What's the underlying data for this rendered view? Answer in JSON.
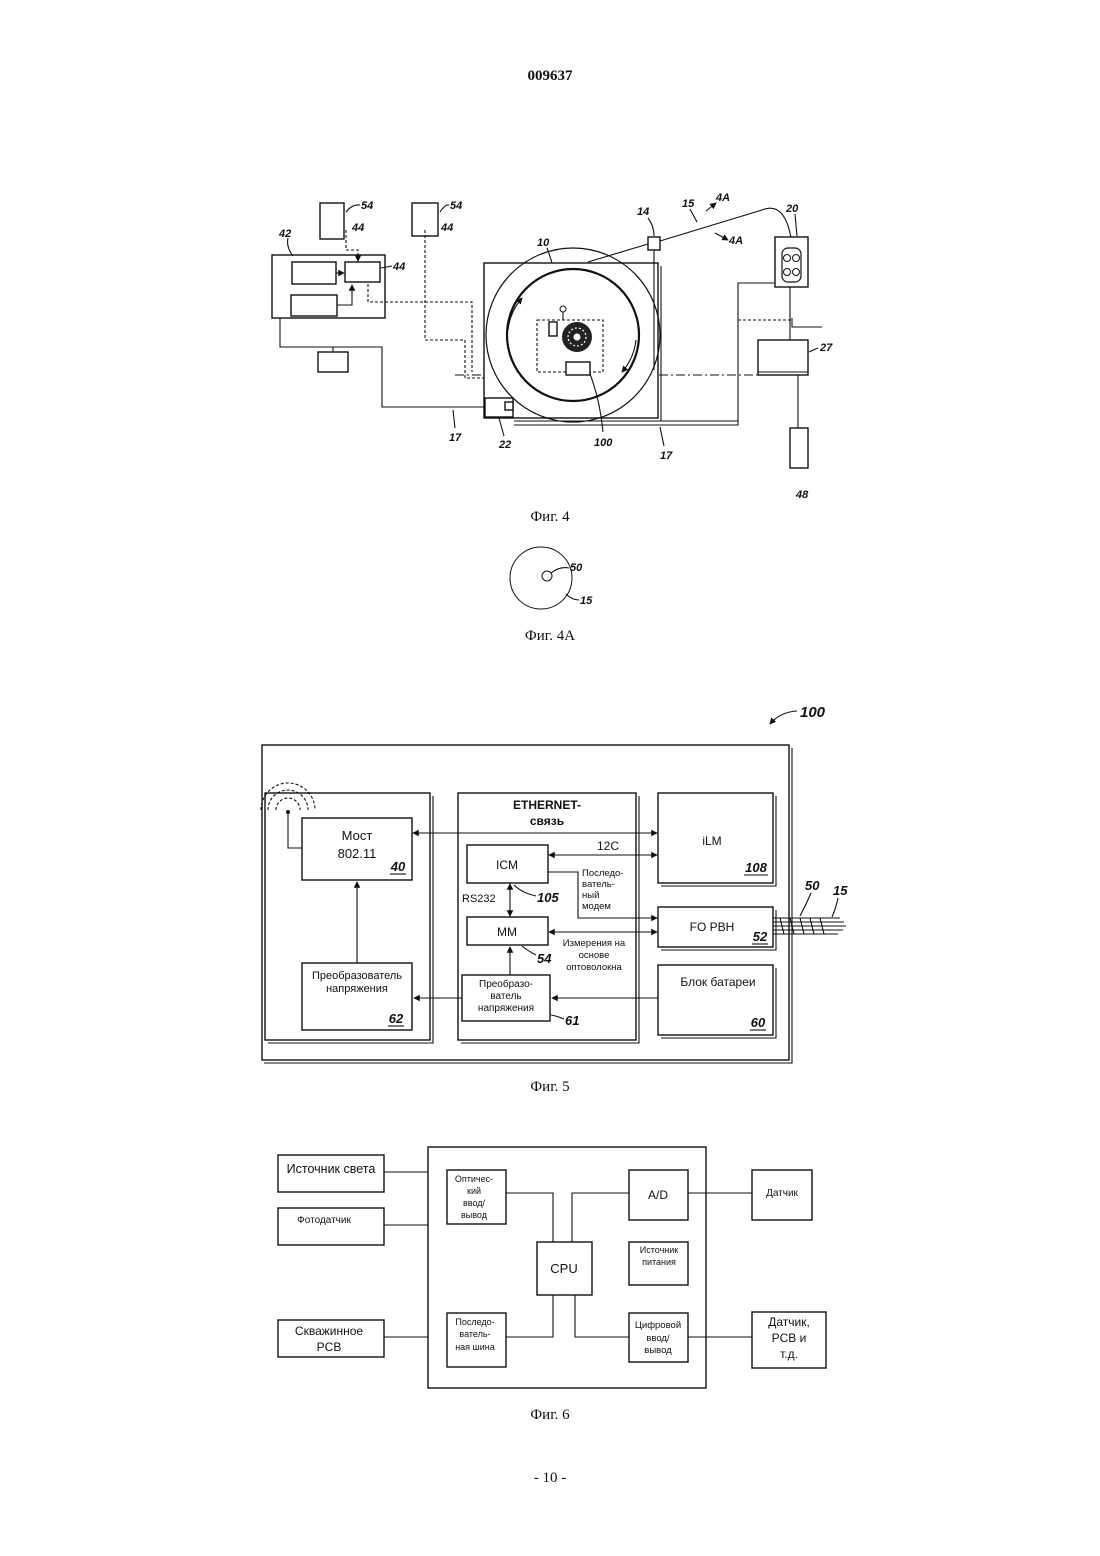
{
  "page": {
    "header": "009637",
    "footer": "- 10 -"
  },
  "fig4": {
    "caption": "Фиг. 4",
    "ref": {
      "r42": "42",
      "r54_left": "54",
      "r44_left": "44",
      "r44_box": "44",
      "r54_right": "54",
      "r44_right": "44",
      "r10": "10",
      "r14": "14",
      "r15": "15",
      "r4a_top": "4A",
      "r4a_bottom": "4A",
      "r20": "20",
      "r27": "27",
      "r48": "48",
      "r22": "22",
      "r100": "100",
      "r17_left": "17",
      "r17_right": "17"
    }
  },
  "fig4a": {
    "caption": "Фиг. 4A",
    "ref": {
      "r50": "50",
      "r15": "15"
    }
  },
  "fig5": {
    "caption": "Фиг. 5",
    "ref_assembly": "100",
    "bridge": {
      "line1": "Мост",
      "line2": "802.11",
      "ref": "40"
    },
    "converter_left": {
      "line1": "Преобразователь",
      "line2": "напряжения",
      "ref": "62"
    },
    "ethernet": {
      "line1": "ETHERNET-",
      "line2": "связь"
    },
    "icm": {
      "label": "ICM",
      "ref": "105"
    },
    "rs232": "RS232",
    "mm": {
      "label": "MM",
      "ref": "54"
    },
    "converter_mid": {
      "line1": "Преобразо-",
      "line2": "ватель",
      "line3": "напряжения",
      "ref": "61"
    },
    "i2c": "12C",
    "serial_modem": [
      "Последо-",
      "ватель-",
      "ный",
      "модем"
    ],
    "fiber_meas": [
      "Измерения на",
      "основе",
      "оптоволокна"
    ],
    "ilm": {
      "label": "iLM",
      "ref": "108"
    },
    "fo_pbh": {
      "label": "FO PBH",
      "ref": "52"
    },
    "battery": {
      "label": "Блок батареи",
      "ref": "60"
    },
    "fiber_refs": {
      "r50": "50",
      "r15": "15"
    }
  },
  "fig6": {
    "caption": "Фиг. 6",
    "light_source": "Источник света",
    "photodetector": "Фотодатчик",
    "downhole_pcb": [
      "Скважинное",
      "PCB"
    ],
    "optical_io": [
      "Оптичес-",
      "кий",
      "ввод/",
      "вывод"
    ],
    "serial_bus": [
      "Последо-",
      "ватель-",
      "ная шина"
    ],
    "cpu": "CPU",
    "adc": "A/D",
    "power_supply": [
      "Источник",
      "питания"
    ],
    "digital_io": [
      "Цифровой",
      "ввод/",
      "вывод"
    ],
    "sensor": "Датчик",
    "sensor_pcb": [
      "Датчик,",
      "PCB и",
      "т.д."
    ]
  }
}
